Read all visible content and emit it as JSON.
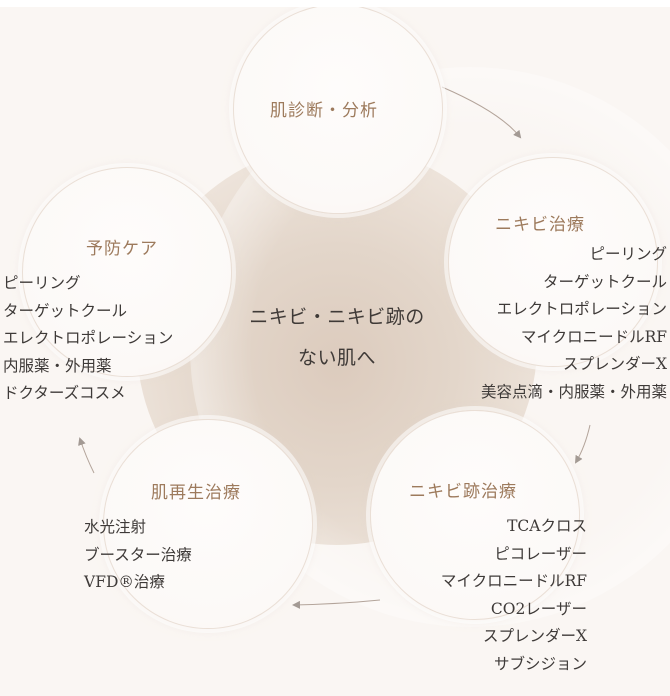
{
  "center": {
    "line1": "ニキビ・ニキビ跡の",
    "line2": "ない肌へ"
  },
  "nodes": [
    {
      "id": "diagnosis",
      "title": "肌診断・分析",
      "items": []
    },
    {
      "id": "acne-treatment",
      "title": "ニキビ治療",
      "items": [
        "ピーリング",
        "ターゲットクール",
        "エレクトロポレーション",
        "マイクロニードルRF",
        "スプレンダーX",
        "美容点滴・内服薬・外用薬"
      ]
    },
    {
      "id": "acne-scar-treatment",
      "title": "ニキビ跡治療",
      "items": [
        "TCAクロス",
        "ピコレーザー",
        "マイクロニードルRF",
        "CO2レーザー",
        "スプレンダーX",
        "サブシジョン"
      ]
    },
    {
      "id": "skin-regeneration",
      "title": "肌再生治療",
      "items": [
        "水光注射",
        "ブースター治療",
        "VFD®治療"
      ]
    },
    {
      "id": "preventive-care",
      "title": "予防ケア",
      "items": [
        "ピーリング",
        "ターゲットクール",
        "エレクトロポレーション",
        "内服薬・外用薬",
        "ドクターズコスメ"
      ]
    }
  ],
  "colors": {
    "background": "#faf6f3",
    "core_center": "#dccbbd",
    "title_accent": "#9d7a5c",
    "body_text": "#3e3a38",
    "arrow": "#a39a94"
  }
}
